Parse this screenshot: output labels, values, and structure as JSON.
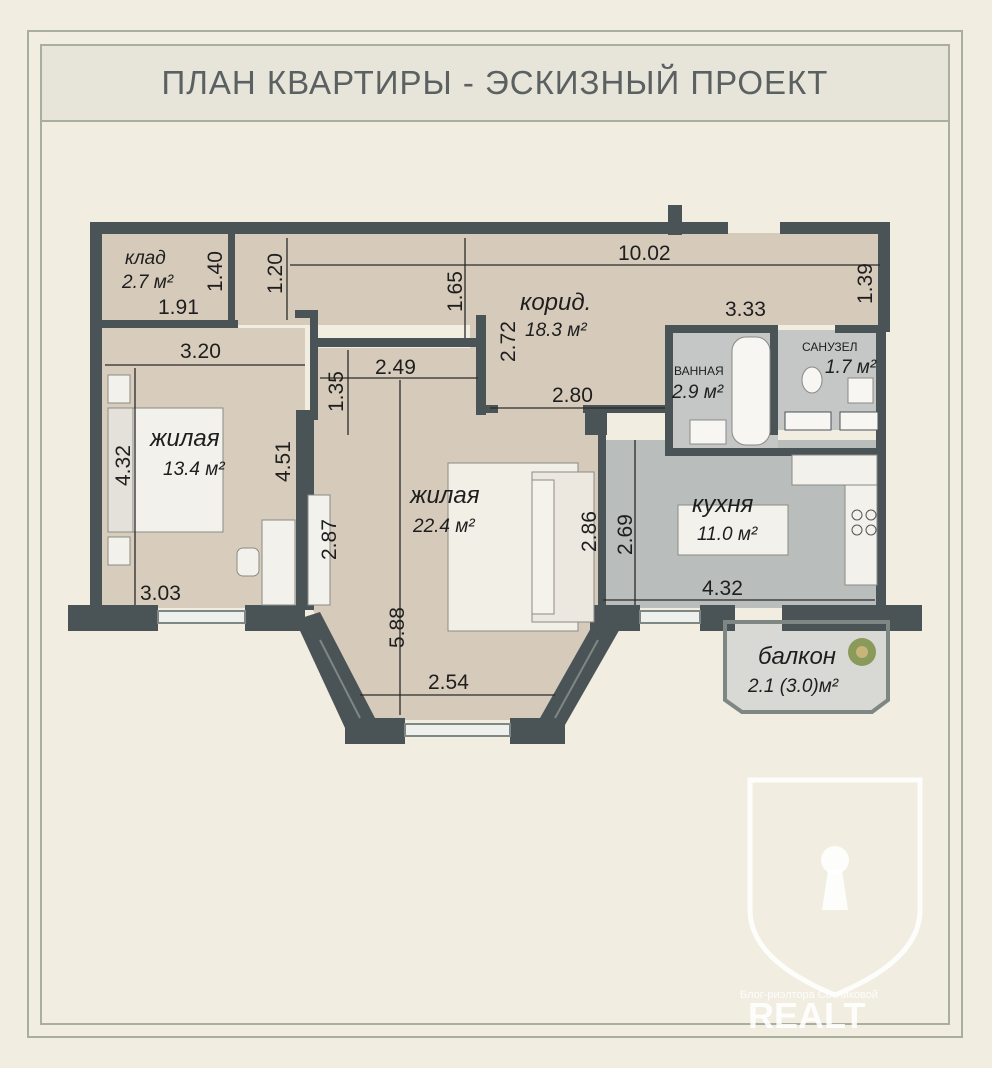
{
  "title": "ПЛАН КВАРТИРЫ - ЭСКИЗНЫЙ ПРОЕКТ",
  "colors": {
    "background": "#f1ede1",
    "wall": "#4a5356",
    "floor": "#d6cbbb",
    "kitchen_tile": "#b9bdbc",
    "frame": "#a9ae9f",
    "watermark": "#ffffff"
  },
  "rooms": [
    {
      "id": "klad",
      "name": "клад",
      "area": "2.7 м²"
    },
    {
      "id": "korid",
      "name": "корид.",
      "area": "18.3 м²"
    },
    {
      "id": "vannaya",
      "name": "ВАННАЯ",
      "area": "2.9 м²"
    },
    {
      "id": "sanuzel",
      "name": "САНУЗЕЛ",
      "area": "1.7 м²"
    },
    {
      "id": "zhilaya1",
      "name": "жилая",
      "area": "13.4 м²"
    },
    {
      "id": "zhilaya2",
      "name": "жилая",
      "area": "22.4 м²"
    },
    {
      "id": "kuhnya",
      "name": "кухня",
      "area": "11.0 м²"
    },
    {
      "id": "balkon",
      "name": "балкон",
      "area": "2.1 (3.0)м²"
    }
  ],
  "dimensions": [
    "1.40",
    "1.91",
    "1.20",
    "1.65",
    "10.02",
    "1.39",
    "2.72",
    "3.33",
    "3.20",
    "1.35",
    "2.49",
    "2.80",
    "4.32",
    "4.51",
    "2.87",
    "2.86",
    "2.69",
    "3.03",
    "5.88",
    "2.54",
    "4.32"
  ],
  "watermark": {
    "brand": "REALT",
    "caption": "Блог-риэлтора Сотниковой"
  }
}
